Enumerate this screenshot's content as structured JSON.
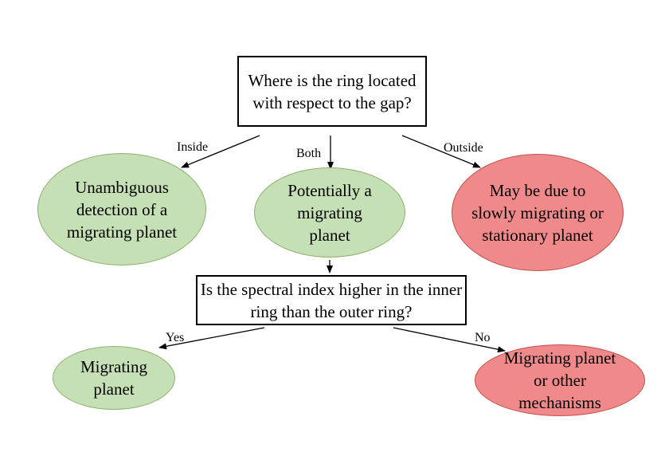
{
  "nodes": {
    "question1": "Where is the ring located with respect to the gap?",
    "inside_result": "Unambiguous detection of a migrating planet",
    "both_result": "Potentially a migrating planet",
    "outside_result": "May be due to slowly migrating or stationary planet",
    "question2": "Is the spectral index higher in the inner ring than the outer ring?",
    "yes_result": "Migrating planet",
    "no_result": "Migrating planet or other mechanisms"
  },
  "edges": {
    "inside": "Inside",
    "both": "Both",
    "outside": "Outside",
    "yes": "Yes",
    "no": "No"
  },
  "colors": {
    "positive_fill": "#c5e0b4",
    "negative_fill": "#f08a8a"
  }
}
